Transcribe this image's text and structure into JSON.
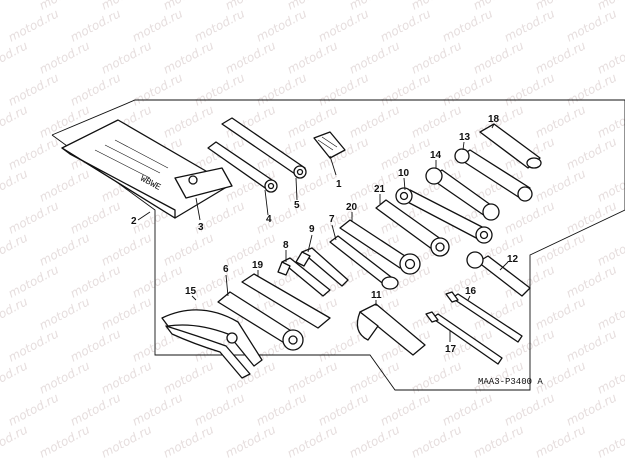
{
  "watermark": {
    "text": "motod.ru"
  },
  "diagram": {
    "code": "MAA3-P3400 A",
    "labels": [
      "1",
      "2",
      "3",
      "4",
      "5",
      "6",
      "7",
      "8",
      "9",
      "10",
      "11",
      "12",
      "13",
      "14",
      "15",
      "16",
      "17",
      "18",
      "19",
      "20",
      "21"
    ]
  },
  "colors": {
    "ink": "#111111",
    "watermark": "#e6dede",
    "background": "#ffffff"
  }
}
